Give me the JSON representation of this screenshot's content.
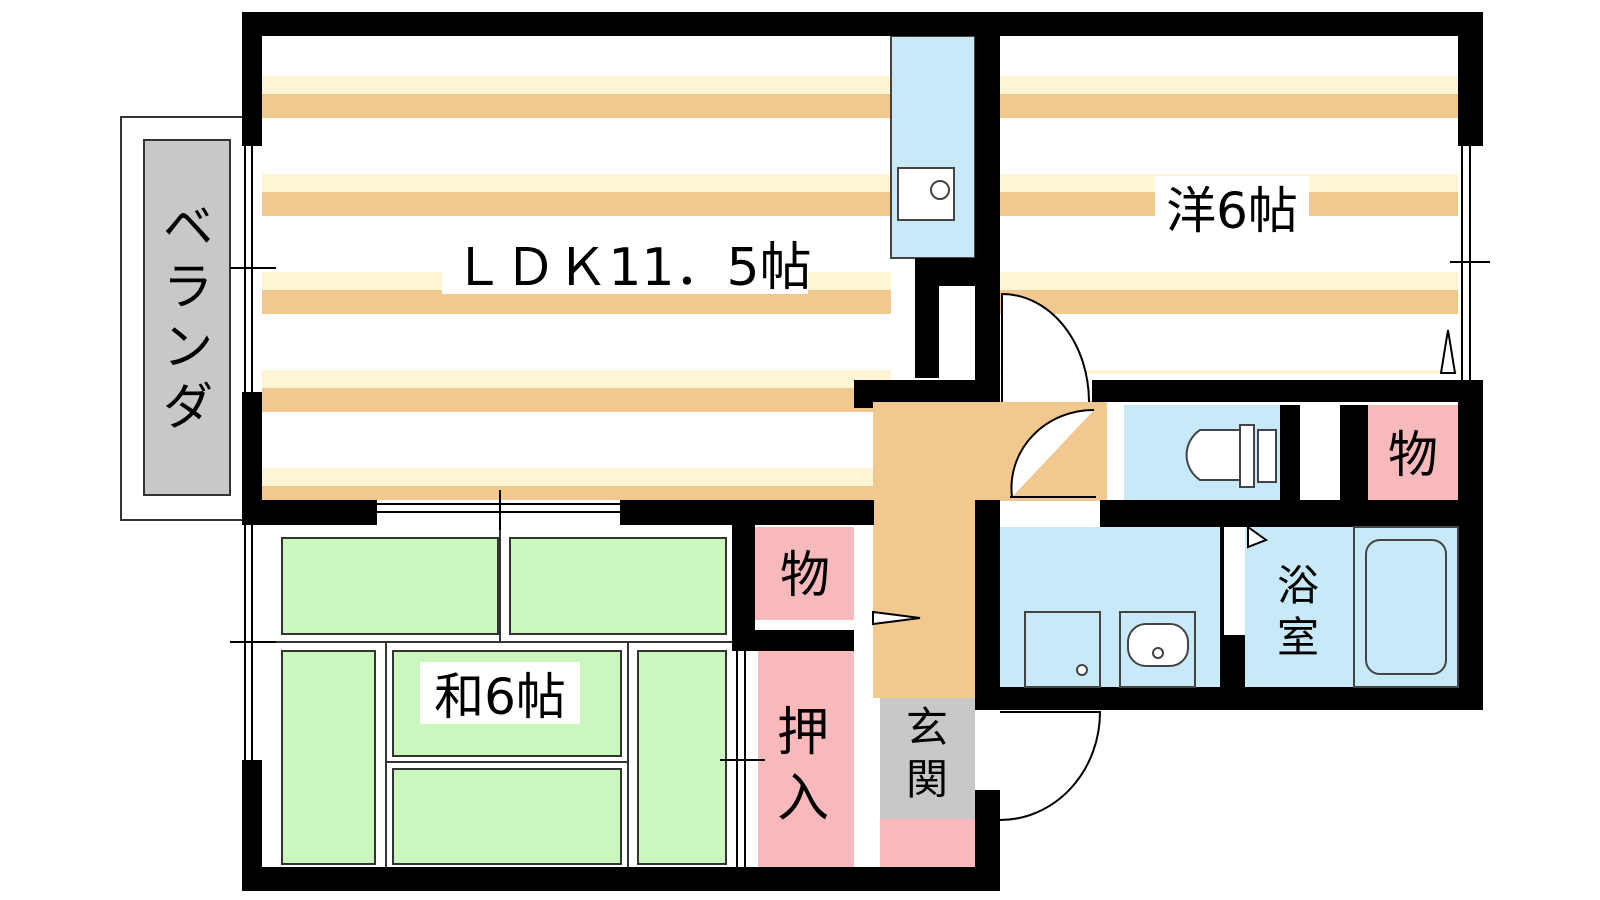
{
  "colors": {
    "wall": "#000000",
    "floor_stripe": "#f1c990",
    "floor_stripe_light": "#fdf5d3",
    "tatami": "#c9f7bd",
    "wet_area": "#c7e9f8",
    "storage": "#f7b9bb",
    "corridor": "#f1c990",
    "veranda": "#c8c8c8",
    "genkan": "#c8c8c8",
    "fixture_stroke": "#444444"
  },
  "rooms": {
    "ldk": {
      "label": "ＬＤＫ11．5帖"
    },
    "western": {
      "label": "洋6帖"
    },
    "japanese": {
      "label": "和6帖"
    },
    "veranda": {
      "label": "ベランダ",
      "chars": [
        "ベ",
        "ラ",
        "ン",
        "ダ"
      ]
    },
    "storage_upper": {
      "label": "物"
    },
    "storage_left": {
      "label": "物"
    },
    "closet": {
      "label": "押入",
      "chars": [
        "押",
        "入"
      ]
    },
    "entrance": {
      "label": "玄関",
      "chars": [
        "玄",
        "関"
      ]
    },
    "bathroom": {
      "label": "浴室",
      "chars": [
        "浴",
        "室"
      ]
    }
  },
  "icons": {
    "sink": "sink-icon",
    "toilet": "toilet-icon",
    "bathtub": "bathtub-icon",
    "washbasin": "washbasin-icon",
    "washer": "washing-machine-icon",
    "door": "door-swing-icon",
    "window": "sliding-window-icon"
  }
}
